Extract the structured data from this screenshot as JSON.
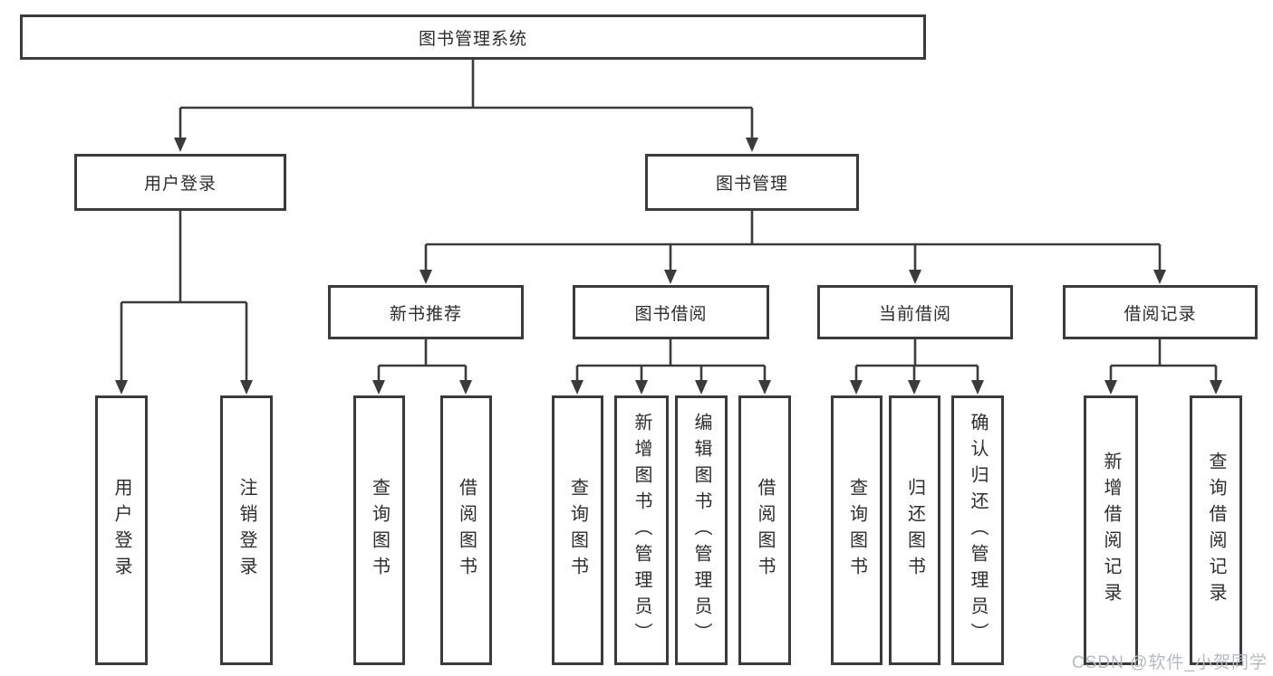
{
  "title": "图书管理系统",
  "tree": {
    "label": "图书管理系统",
    "children": [
      {
        "label": "用户登录",
        "children": [
          {
            "label": "用户登录"
          },
          {
            "label": "注销登录"
          }
        ]
      },
      {
        "label": "图书管理",
        "children": [
          {
            "label": "新书推荐",
            "children": [
              {
                "label": "查询图书"
              },
              {
                "label": "借阅图书"
              }
            ]
          },
          {
            "label": "图书借阅",
            "children": [
              {
                "label": "查询图书"
              },
              {
                "label": "新增图书（管理员）"
              },
              {
                "label": "编辑图书（管理员）"
              },
              {
                "label": "借阅图书"
              }
            ]
          },
          {
            "label": "当前借阅",
            "children": [
              {
                "label": "查询图书"
              },
              {
                "label": "归还图书"
              },
              {
                "label": "确认归还（管理员）"
              }
            ]
          },
          {
            "label": "借阅记录",
            "children": [
              {
                "label": "新增借阅记录"
              },
              {
                "label": "查询借阅记录"
              }
            ]
          }
        ]
      }
    ]
  },
  "watermark": "CSDN @软件_小贺同学",
  "colors": {
    "line": "#3b3b3b",
    "text": "#2d2d2d",
    "watermark": "#b5bac1",
    "background": "#ffffff"
  }
}
